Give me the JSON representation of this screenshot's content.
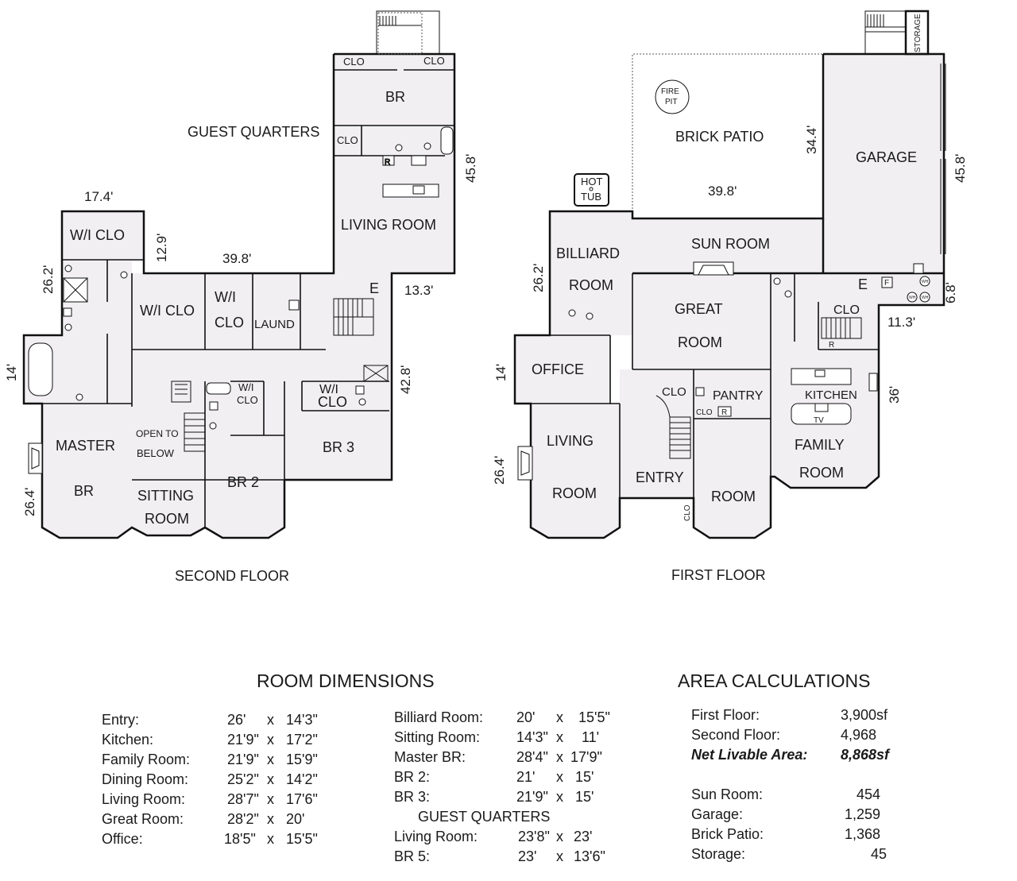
{
  "second_floor": {
    "caption": "SECOND FLOOR",
    "rooms": {
      "br": "BR",
      "guest_quarters": "GUEST QUARTERS",
      "clo_top_left": "CLO",
      "clo_top_right": "CLO",
      "clo_guest": "CLO",
      "guest_living_l1": "LIVING ROOM",
      "wi_clo_top": "W/I CLO",
      "wi_clo_mid": "W/I CLO",
      "wi_l1": "W/I",
      "wi_l2": "CLO",
      "laund": "LAUND",
      "elevator": "E",
      "wi_small_l1": "W/I",
      "wi_small_l2": "CLO",
      "wi_br3_l1": "W/I",
      "wi_br3_l2": "CLO",
      "open_l1": "OPEN TO",
      "open_l2": "BELOW",
      "master_l1": "MASTER",
      "master_l2": "BR",
      "sitting_l1": "SITTING",
      "sitting_l2": "ROOM",
      "br2": "BR 2",
      "br3": "BR 3",
      "r_box": "R"
    },
    "dims": {
      "d17_4": "17.4'",
      "d12_9": "12.9'",
      "d26_2": "26.2'",
      "d39_8": "39.8'",
      "d13_3": "13.3'",
      "d45_8": "45.8'",
      "d42_8": "42.8'",
      "d14": "14'",
      "d26_4": "26.4'"
    }
  },
  "first_floor": {
    "caption": "FIRST FLOOR",
    "rooms": {
      "fire_l1": "FIRE",
      "fire_l2": "PIT",
      "brick_patio": "BRICK PATIO",
      "garage": "GARAGE",
      "storage": "STORAGE",
      "hot_l1": "HOT",
      "hot_l2": "TUB",
      "sun_room": "SUN ROOM",
      "billiard_l1": "BILLIARD",
      "billiard_l2": "ROOM",
      "great_l1": "GREAT",
      "great_l2": "ROOM",
      "clo_kitchen": "CLO",
      "elevator": "E",
      "f_box": "F",
      "wh1": "WH",
      "wh2": "WH",
      "wh3": "WH",
      "r_stair": "R",
      "office": "OFFICE",
      "clo_entry": "CLO",
      "pantry": "PANTRY",
      "kitchen": "KITCHEN",
      "tv": "TV",
      "clo_pantry": "CLO",
      "r_pantry": "R",
      "living_l1": "LIVING",
      "living_l2": "ROOM",
      "entry": "ENTRY",
      "dining_room": "ROOM",
      "clo_vertical": "CLO",
      "family_l1": "FAMILY",
      "family_l2": "ROOM"
    },
    "dims": {
      "d34_4": "34.4'",
      "d45_8": "45.8'",
      "d39_8": "39.8'",
      "d26_2": "26.2'",
      "d6_8": "6.8'",
      "d11_3": "11.3'",
      "d14": "14'",
      "d36": "36'",
      "d26_4": "26.4'"
    }
  },
  "room_dimensions": {
    "title": "ROOM DIMENSIONS",
    "left": [
      {
        "name": "Entry:",
        "a": "26'",
        "x": "x",
        "b": "14'3\""
      },
      {
        "name": "Kitchen:",
        "a": "21'9\"",
        "x": "x",
        "b": "17'2\""
      },
      {
        "name": "Family Room:",
        "a": "21'9\"",
        "x": "x",
        "b": "15'9\""
      },
      {
        "name": "Dining Room:",
        "a": "25'2\"",
        "x": "x",
        "b": "14'2\""
      },
      {
        "name": "Living Room:",
        "a": "28'7\"",
        "x": "x",
        "b": "17'6\""
      },
      {
        "name": "Great Room:",
        "a": "28'2\"",
        "x": "x",
        "b": "20'"
      },
      {
        "name": "Office:",
        "a": "18'5\"",
        "x": "x",
        "b": "15'5\""
      }
    ],
    "right": [
      {
        "name": "Billiard Room:",
        "a": "20'",
        "x": "x",
        "b": "15'5\""
      },
      {
        "name": "Sitting Room:",
        "a": "14'3\"",
        "x": "x",
        "b": "11'"
      },
      {
        "name": "Master BR:",
        "a": "28'4\"",
        "x": "x",
        "b": "17'9\""
      },
      {
        "name": "BR 2:",
        "a": "21'",
        "x": "x",
        "b": "15'"
      },
      {
        "name": "BR 3:",
        "a": "21'9\"",
        "x": "x",
        "b": "15'"
      }
    ],
    "guest_header": "GUEST QUARTERS",
    "guest": [
      {
        "name": "Living Room:",
        "a": "23'8\"",
        "x": "x",
        "b": "23'"
      },
      {
        "name": "BR 5:",
        "a": "23'",
        "x": "x",
        "b": "13'6\""
      }
    ]
  },
  "area_calculations": {
    "title": "AREA CALCULATIONS",
    "first_floor": {
      "name": "First Floor:",
      "value": "3,900sf"
    },
    "second_floor": {
      "name": "Second Floor:",
      "value": "4,968"
    },
    "net": {
      "name": "Net Livable Area:",
      "value": "8,868sf"
    },
    "extra": [
      {
        "name": "Sun Room:",
        "value": "454"
      },
      {
        "name": "Garage:",
        "value": "1,259"
      },
      {
        "name": "Brick Patio:",
        "value": "1,368"
      },
      {
        "name": "Storage:",
        "value": "45"
      }
    ]
  }
}
